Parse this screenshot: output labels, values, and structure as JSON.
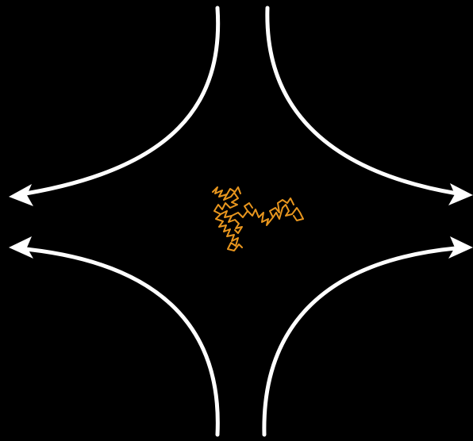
{
  "colors": {
    "background": "#000000",
    "flow_lines": "#ffffff",
    "trajectory": "#e8961e"
  },
  "diagram": {
    "flow_lines": [
      {
        "name": "top-left",
        "inflow": "top",
        "outflow": "left"
      },
      {
        "name": "top-right",
        "inflow": "top",
        "outflow": "right"
      },
      {
        "name": "bottom-left",
        "inflow": "bottom",
        "outflow": "left"
      },
      {
        "name": "bottom-right",
        "inflow": "bottom",
        "outflow": "right"
      }
    ],
    "trajectory_icon": "random-walk-trajectory-icon"
  }
}
